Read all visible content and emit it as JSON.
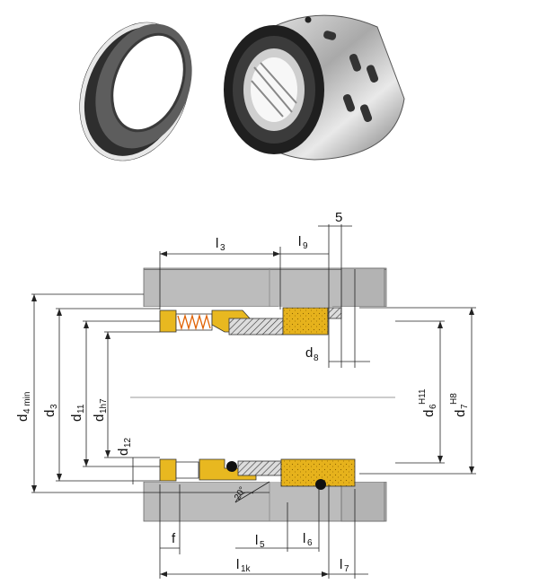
{
  "labels": {
    "dim_5": "5",
    "l3": "l",
    "l3_sub": "3",
    "l9": "l",
    "l9_sub": "9",
    "d4": "d",
    "d4_sub": "4 min",
    "d3": "d",
    "d3_sub": "3",
    "d11": "d",
    "d11_sub": "11",
    "d1h7": "d",
    "d1h7_sub": "1h7",
    "d12": "d",
    "d12_sub": "12",
    "d8": "d",
    "d8_sub": "8",
    "d6": "d",
    "d6_sub": "6",
    "d6_sup": "H11",
    "d7": "d",
    "d7_sub": "7",
    "d7_sup": "H8",
    "angle": "20°",
    "f": "f",
    "l5": "l",
    "l5_sub": "5",
    "l6": "l",
    "l6_sub": "6",
    "l1k": "l",
    "l1k_sub": "1k",
    "l7": "l",
    "l7_sub": "7"
  },
  "colors": {
    "housing_gray": "#bcbcbc",
    "seal_yellow": "#e8b820",
    "line": "#222222"
  }
}
